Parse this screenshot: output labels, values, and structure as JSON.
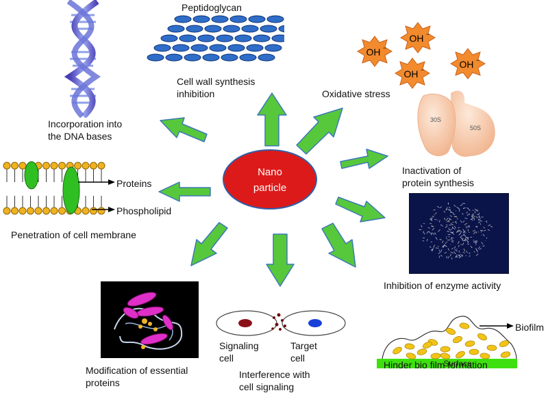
{
  "center": {
    "line1": "Nano",
    "line2": "particle",
    "fill": "#dd1a1a",
    "text_color": "#ffffff"
  },
  "arrow_color": "#57c83c",
  "arrow_outline": "#3d76b8",
  "labels": {
    "peptidoglycan": "Peptidoglycan",
    "cell_wall_1": "Cell wall synthesis",
    "cell_wall_2": "inhibition",
    "dna_1": "Incorporation into",
    "dna_2": "the DNA bases",
    "oxidative": "Oxidative stress",
    "inactivation_1": "Inactivation  of",
    "inactivation_2": "protein synthesis",
    "proteins": "Proteins",
    "phospholipid": "Phospholipid",
    "membrane": "Penetration of cell membrane",
    "enzyme": "Inhibition of enzyme activity",
    "biofilm": "Biofilm",
    "surface": "Surface",
    "hinder": "Hinder bio film formation",
    "signaling_1": "Signaling",
    "signaling_2": "cell",
    "target_1": "Target",
    "target_2": "cell",
    "interference_1": "Interference with",
    "interference_2": "cell signaling",
    "modification_1": "Modification of essential",
    "modification_2": "proteins"
  },
  "radicals": [
    "OH",
    "OH",
    "OH",
    "OH"
  ],
  "radical_charge": "−",
  "ribosome": {
    "small": "30S",
    "large": "50S"
  }
}
